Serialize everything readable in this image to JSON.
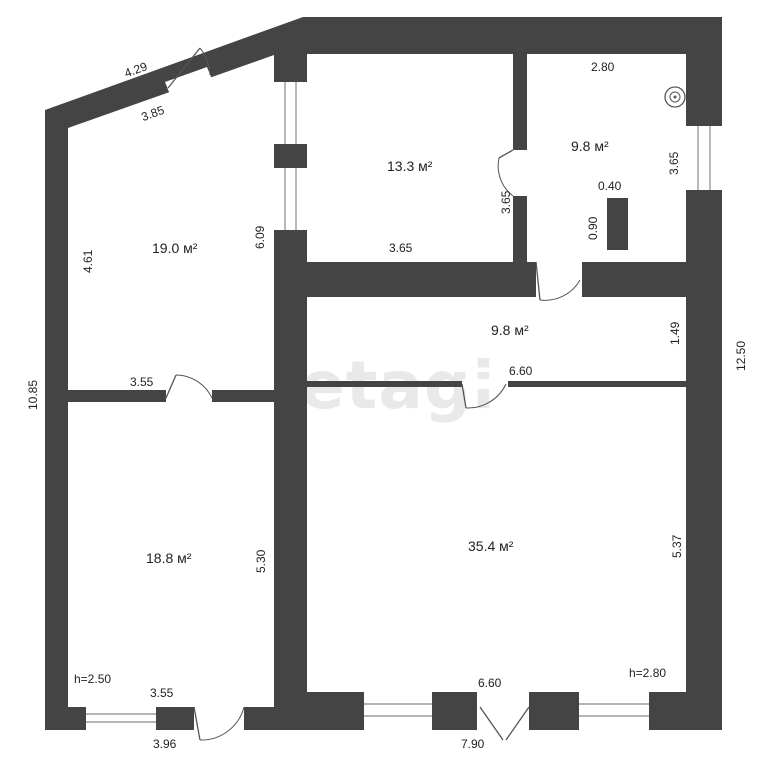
{
  "watermark": "etagi",
  "colors": {
    "wall": "#444444",
    "floor": "#ffffff",
    "door_line": "#555555"
  },
  "rooms": [
    {
      "name": "room-upper-left",
      "area": "19.0 м²"
    },
    {
      "name": "room-top-middle",
      "area": "13.3 м²"
    },
    {
      "name": "room-top-right",
      "area": "9.8 м²"
    },
    {
      "name": "corridor",
      "area": "9.8 м²"
    },
    {
      "name": "room-lower-left",
      "area": "18.8 м²"
    },
    {
      "name": "room-lower-right",
      "area": "35.4 м²"
    }
  ],
  "dimensions": {
    "outer_left": "10.85",
    "outer_right": "12.50",
    "outer_bottom_left": "3.96",
    "outer_bottom_right": "7.90",
    "diagonal_outer": "4.29",
    "diagonal_inner": "3.85",
    "upper_left_height": "4.61",
    "upper_left_side": "6.09",
    "upper_left_width": "3.55",
    "top_middle_height": "3.65",
    "top_middle_width": "3.65",
    "top_right_width": "2.80",
    "top_right_height": "3.65",
    "fixture_width": "0.40",
    "fixture_depth": "0.90",
    "corridor_height": "1.49",
    "corridor_width": "6.60",
    "lower_left_height": "5.30",
    "lower_left_width": "3.55",
    "lower_right_height": "5.37",
    "lower_right_width": "6.60"
  },
  "ceiling_heights": {
    "left": "h=2.50",
    "right": "h=2.80"
  }
}
